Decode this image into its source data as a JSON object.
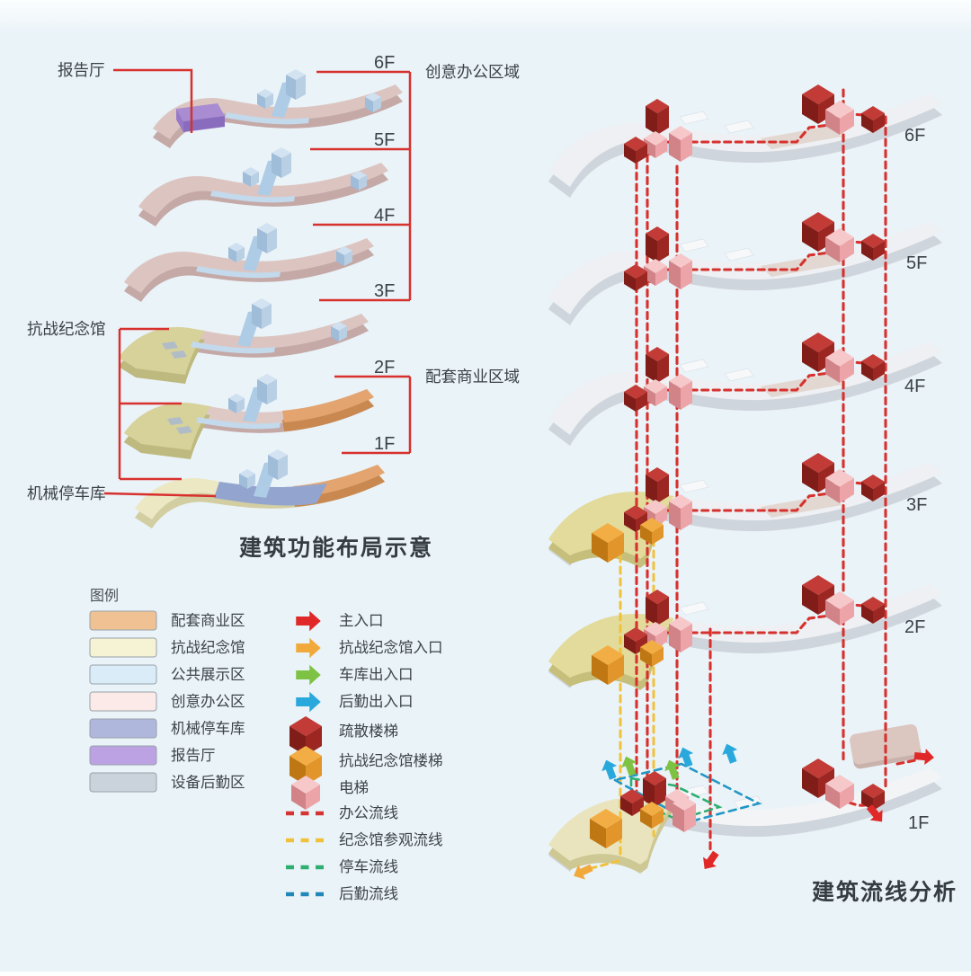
{
  "left_diagram": {
    "title": "建筑功能布局示意",
    "floor_labels": [
      "6F",
      "5F",
      "4F",
      "3F",
      "2F",
      "1F"
    ],
    "annotations": {
      "lecture_hall": "报告厅",
      "war_memorial": "抗战纪念馆",
      "mechanical_parking": "机械停车库",
      "creative_office_area": "创意办公区域",
      "commercial_area": "配套商业区域"
    }
  },
  "right_diagram": {
    "title": "建筑流线分析",
    "floor_labels": [
      "6F",
      "5F",
      "4F",
      "3F",
      "2F",
      "1F"
    ]
  },
  "legend": {
    "title": "图例",
    "zones": [
      {
        "label": "配套商业区",
        "color": "#F0C193"
      },
      {
        "label": "抗战纪念馆",
        "color": "#F5F3D3"
      },
      {
        "label": "公共展示区",
        "color": "#D9ECF8"
      },
      {
        "label": "创意办公区",
        "color": "#FBEAE8"
      },
      {
        "label": "机械停车库",
        "color": "#AFB7DC"
      },
      {
        "label": "报告厅",
        "color": "#BCA2E2"
      },
      {
        "label": "设备后勤区",
        "color": "#CAD3DB"
      }
    ],
    "entrances": [
      {
        "label": "主入口",
        "color": "#E02828"
      },
      {
        "label": "抗战纪念馆入口",
        "color": "#F2A93B"
      },
      {
        "label": "车库出入口",
        "color": "#7DC242"
      },
      {
        "label": "后勤出入口",
        "color": "#29A8DC"
      }
    ],
    "stairs": [
      {
        "label": "疏散楼梯",
        "color": "#9E2B25"
      },
      {
        "label": "抗战纪念馆楼梯",
        "color": "#E89C2C"
      },
      {
        "label": "电梯",
        "color": "#EFA9AD"
      }
    ],
    "flows": [
      {
        "label": "办公流线",
        "color": "#D63333"
      },
      {
        "label": "纪念馆参观流线",
        "color": "#F0C23C"
      },
      {
        "label": "停车流线",
        "color": "#2FAE72"
      },
      {
        "label": "后勤流线",
        "color": "#2187B8"
      }
    ]
  }
}
